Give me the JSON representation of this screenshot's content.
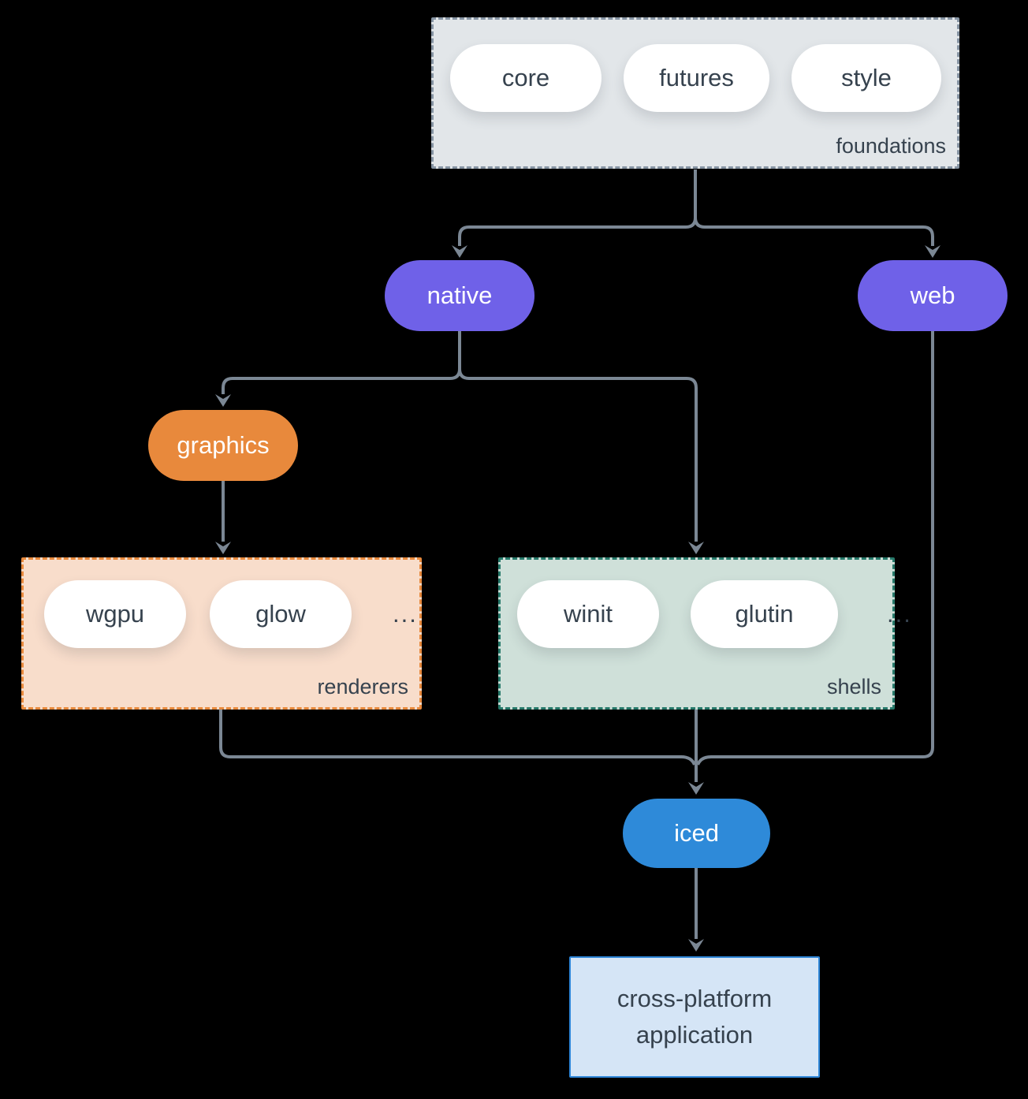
{
  "colors": {
    "background": "#000000",
    "connector": "#7b8794",
    "text_dark": "#36424e",
    "purple": "#6f61e8",
    "orange": "#e8893c",
    "blue": "#2e8ad9",
    "foundations_fill": "#e2e6e9",
    "foundations_border": "#8694a3",
    "renderers_fill": "#f8ddcb",
    "renderers_border": "#e8893c",
    "shells_fill": "#cfe0d9",
    "shells_border": "#26796a",
    "app_fill": "#d5e5f6",
    "app_border": "#2e86d8"
  },
  "foundations": {
    "label": "foundations",
    "pills": [
      "core",
      "futures",
      "style"
    ]
  },
  "native": {
    "label": "native"
  },
  "web": {
    "label": "web"
  },
  "graphics": {
    "label": "graphics"
  },
  "renderers": {
    "label": "renderers",
    "pills": [
      "wgpu",
      "glow"
    ],
    "ellipsis": "..."
  },
  "shells": {
    "label": "shells",
    "pills": [
      "winit",
      "glutin"
    ],
    "ellipsis": "..."
  },
  "iced": {
    "label": "iced"
  },
  "application": {
    "label": "cross-platform application"
  }
}
